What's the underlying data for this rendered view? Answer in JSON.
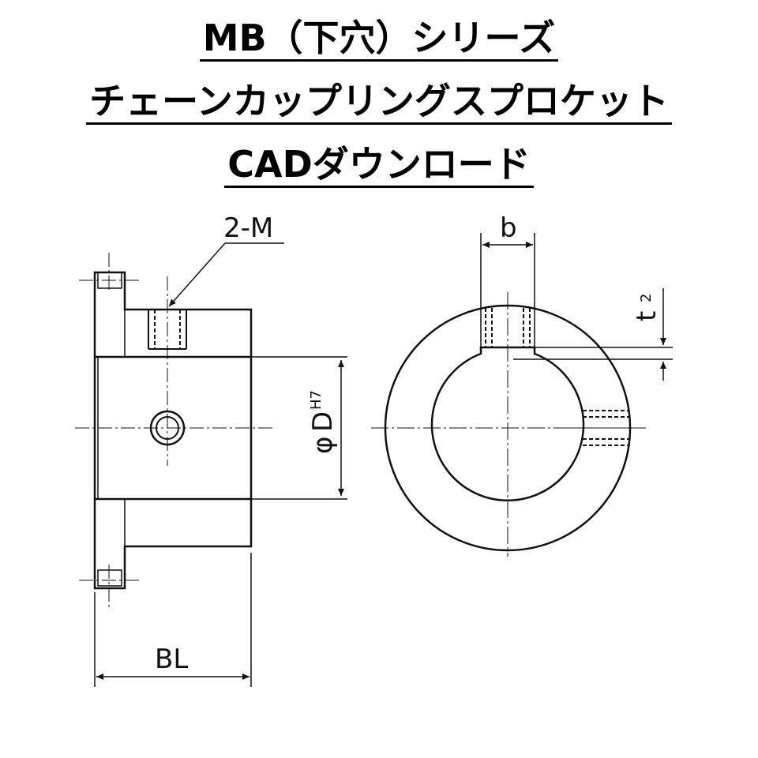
{
  "title": {
    "line1": "MB（下穴）シリーズ",
    "line2": "チェーンカップリングスプロケット",
    "line3": "CADダウンロード"
  },
  "labels": {
    "bolt_hole": "2-M",
    "bore_phi": "φ",
    "bore_D": "D",
    "bore_tol": "H7",
    "length": "BL",
    "keyway_width": "b",
    "keyway_depth": "t",
    "keyway_depth_sub": "2"
  }
}
